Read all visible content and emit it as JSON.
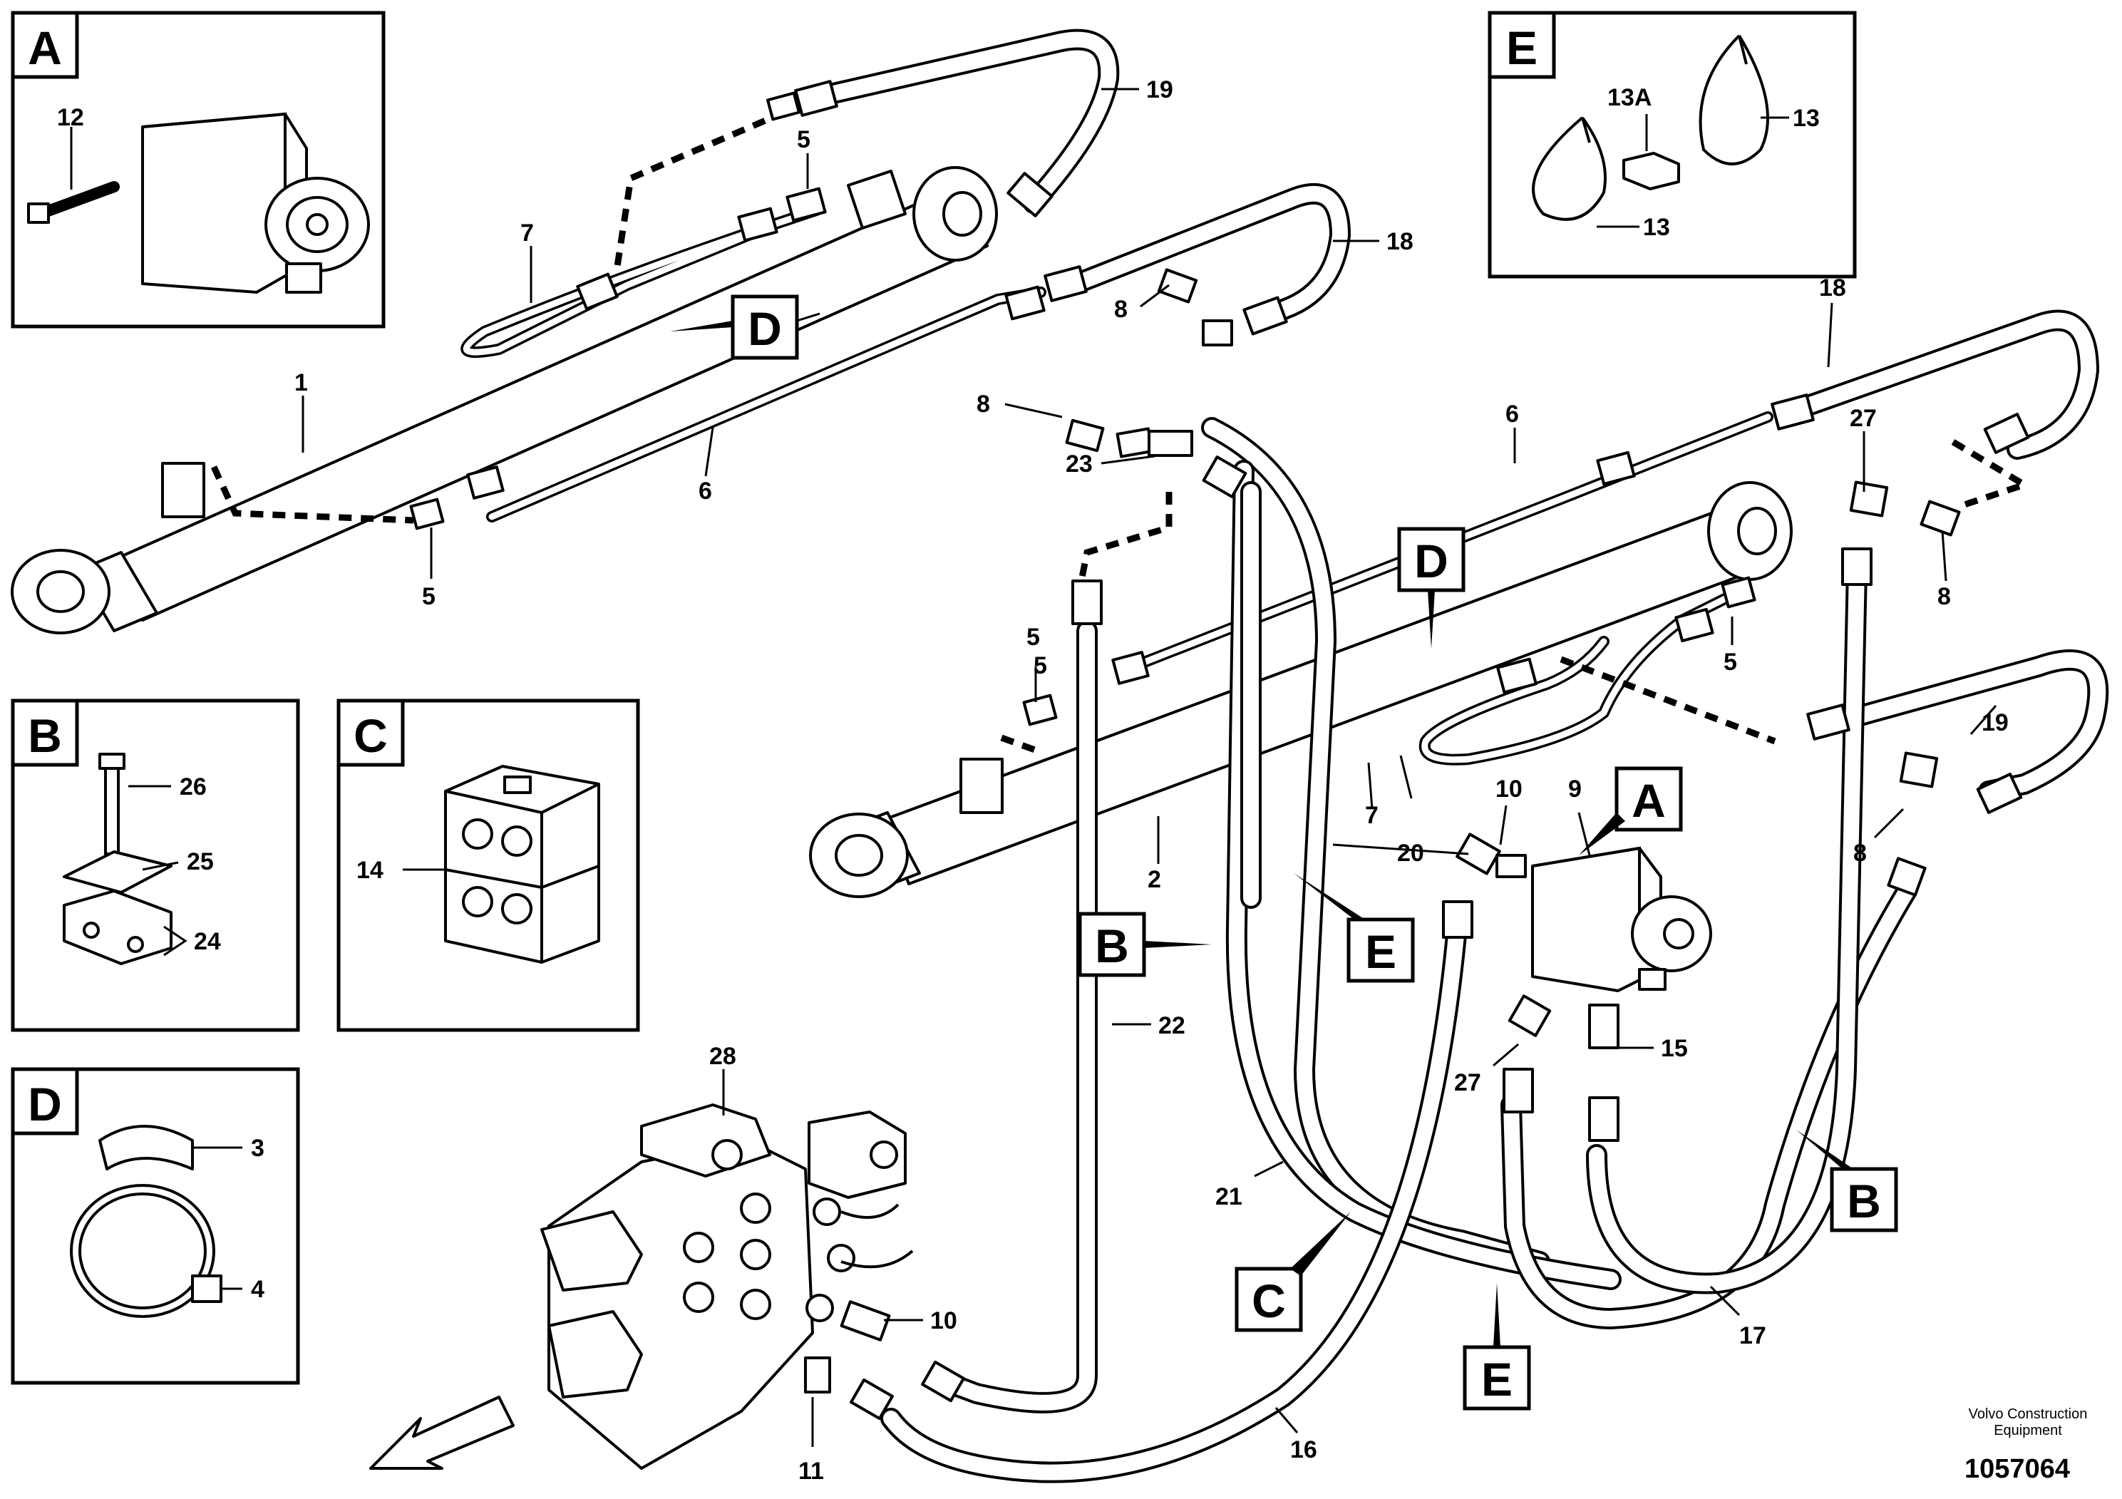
{
  "insets": {
    "A": {
      "letter": "A",
      "parts": [
        "12"
      ]
    },
    "B": {
      "letter": "B",
      "parts": [
        "26",
        "25",
        "24"
      ]
    },
    "C": {
      "letter": "C",
      "parts": [
        "14"
      ]
    },
    "D": {
      "letter": "D",
      "parts": [
        "3",
        "4"
      ]
    },
    "E": {
      "letter": "E",
      "parts": [
        "13A",
        "13",
        "13"
      ]
    }
  },
  "callouts": [
    "D",
    "D",
    "A",
    "B",
    "B",
    "C",
    "E",
    "E"
  ],
  "part_numbers": [
    "19",
    "5",
    "7",
    "18",
    "8",
    "8",
    "23",
    "1",
    "6",
    "5",
    "5",
    "18",
    "27",
    "6",
    "8",
    "5",
    "19",
    "5",
    "2",
    "7",
    "10",
    "9",
    "8",
    "20",
    "28",
    "22",
    "27",
    "15",
    "21",
    "17",
    "10",
    "11",
    "16"
  ],
  "footer": {
    "company_line1": "Volvo Construction",
    "company_line2": "Equipment",
    "drawing_number": "1057064"
  }
}
